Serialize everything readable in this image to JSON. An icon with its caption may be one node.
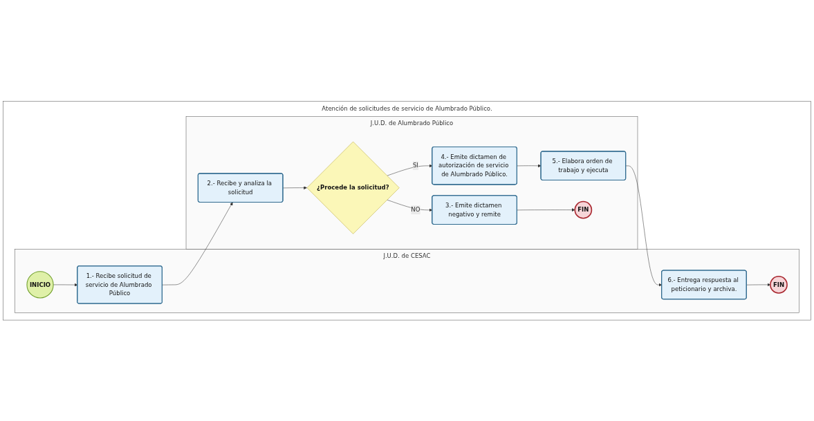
{
  "diagram": {
    "nodes": [
      {
        "text": [
          "Atención de solicitudes de servicio de Alumbrado Público."
        ]
      },
      {
        "text": [
          "J.U.D. de CESAC"
        ],
        "in": 0
      },
      {
        "text": [
          "INICIO"
        ],
        "in": 1
      },
      {
        "text": [
          "1.- Recibe solicitud de servicio de Alumbrado Público"
        ],
        "in": 1
      },
      {
        "text": [
          "6.- Entrega respuesta al peticionario y archiva."
        ],
        "in": 1
      },
      {
        "text": [
          "FIN"
        ],
        "in": 1
      },
      {
        "text": [
          "J.U.D. de Alumbrado Público"
        ],
        "in": 0
      },
      {
        "text": [
          "2.- Recibe y analiza la solicitud"
        ],
        "in": 6
      },
      {
        "text": [
          "¿Procede la solicitud?"
        ],
        "in": 6
      },
      {
        "text": [
          "4.- Emite dictamen de autorización de servicio de Alumbrado Público."
        ],
        "in": 6
      },
      {
        "text": [
          "5.- Elabora orden de trabajo y ejecuta"
        ],
        "in": 6
      },
      {
        "text": [
          "3.- Emite dictamen negativo y remite"
        ],
        "in": 6
      },
      {
        "text": [
          "FIN"
        ],
        "in": 6
      }
    ],
    "edges": [
      {
        "from": 2,
        "to": 3,
        "arrow": "to"
      },
      {
        "from": 3,
        "to": 7,
        "arrow": "to"
      },
      {
        "from": 7,
        "to": 8,
        "arrow": "to"
      },
      {
        "from": 8,
        "to": 9,
        "label": "SI",
        "arrow": "to"
      },
      {
        "from": 8,
        "to": 11,
        "label": "NO",
        "arrow": "to"
      },
      {
        "from": 9,
        "to": 10,
        "arrow": "to"
      },
      {
        "from": 10,
        "to": 4,
        "arrow": "to"
      },
      {
        "from": 4,
        "to": 5,
        "arrow": "to"
      },
      {
        "from": 11,
        "to": 12,
        "arrow": "to"
      }
    ]
  }
}
